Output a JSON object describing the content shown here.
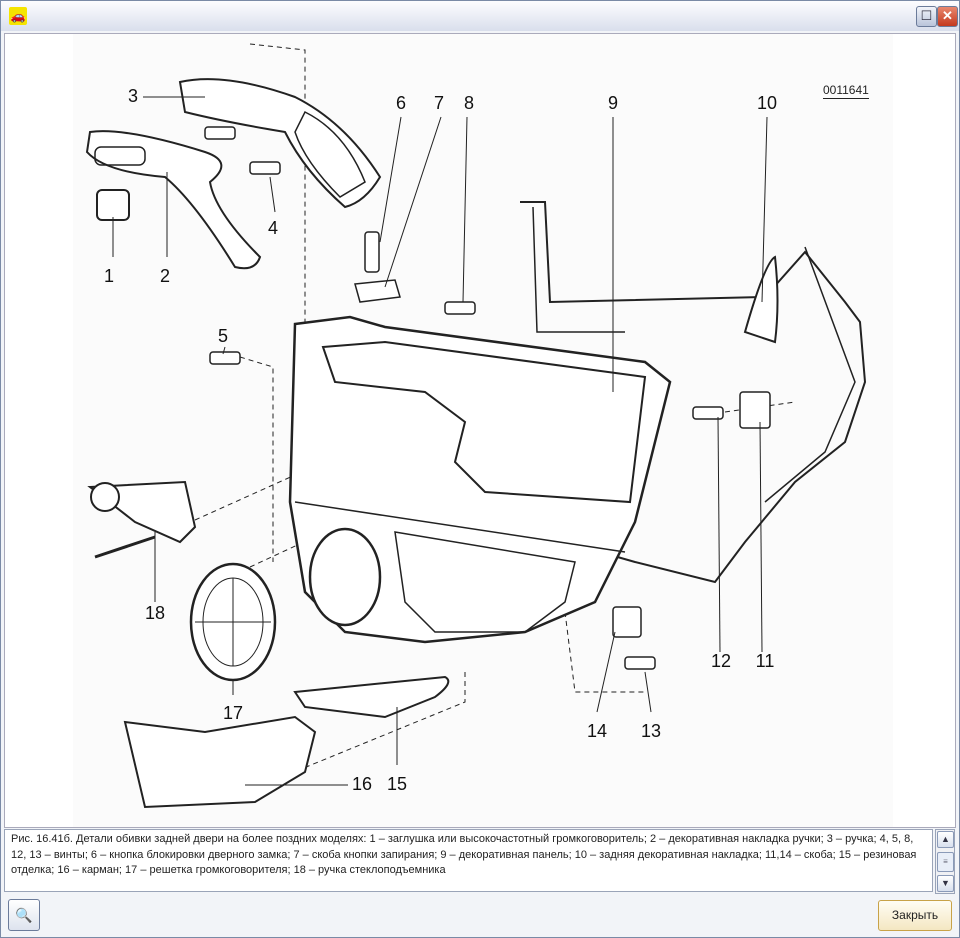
{
  "window": {
    "title_icon": "car-icon",
    "maximize_icon": "maximize-icon",
    "close_icon": "close-icon"
  },
  "figure": {
    "code": "0011641",
    "callouts": [
      {
        "id": "1",
        "label": "1"
      },
      {
        "id": "2",
        "label": "2"
      },
      {
        "id": "3",
        "label": "3"
      },
      {
        "id": "4",
        "label": "4"
      },
      {
        "id": "5",
        "label": "5"
      },
      {
        "id": "6",
        "label": "6"
      },
      {
        "id": "7",
        "label": "7"
      },
      {
        "id": "8",
        "label": "8"
      },
      {
        "id": "9",
        "label": "9"
      },
      {
        "id": "10",
        "label": "10"
      },
      {
        "id": "11",
        "label": "11"
      },
      {
        "id": "12",
        "label": "12"
      },
      {
        "id": "13",
        "label": "13"
      },
      {
        "id": "14",
        "label": "14"
      },
      {
        "id": "15",
        "label": "15"
      },
      {
        "id": "16",
        "label": "16"
      },
      {
        "id": "17",
        "label": "17"
      },
      {
        "id": "18",
        "label": "18"
      }
    ]
  },
  "caption": "Рис. 16.41б. Детали обивки задней двери  на более поздних моделях: 1 – заглушка или высокочастотный громкоговоритель; 2 – декоративная накладка ручки; 3 – ручка; 4, 5, 8, 12, 13 – винты; 6 – кнопка блокировки дверного замка; 7 – скоба кнопки запирания; 9 – декоративная панель; 10 – задняя декоративная накладка; 11,14 – скоба; 15 – резиновая отделка; 16 – карман; 17 – решетка громкоговорителя; 18 – ручка стеклоподъемника",
  "buttons": {
    "zoom_icon": "magnifier-icon",
    "close_label": "Закрыть"
  }
}
